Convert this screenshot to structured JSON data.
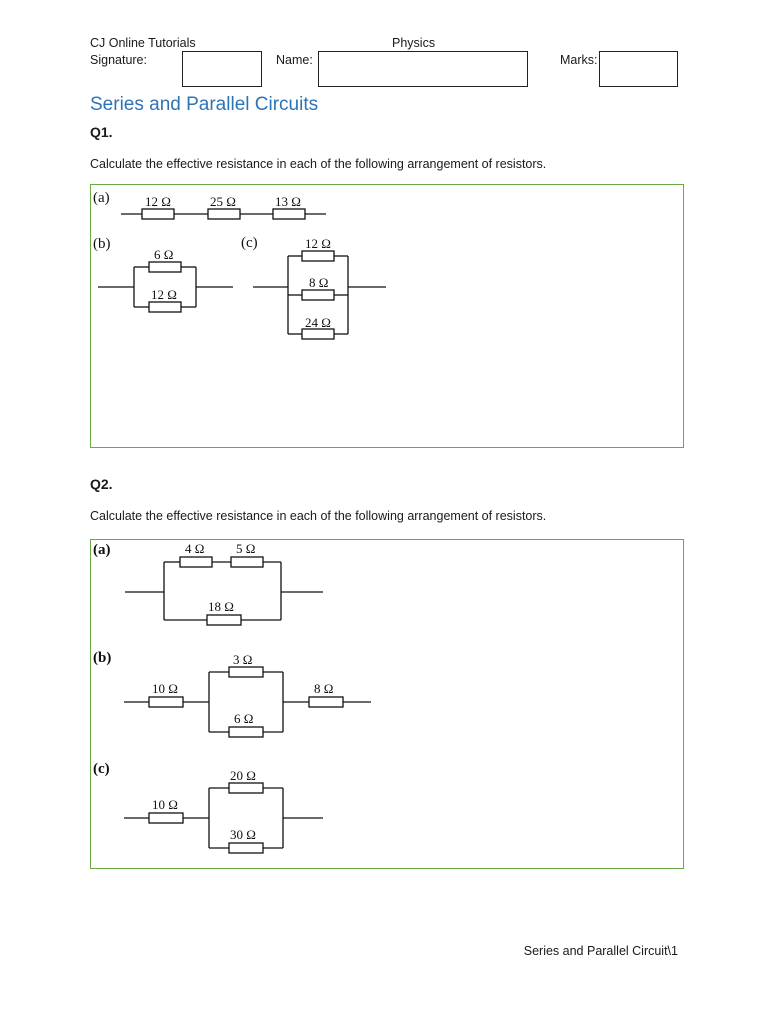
{
  "header": {
    "org": "CJ Online Tutorials",
    "subject": "Physics",
    "signature_label": "Signature:",
    "name_label": "Name:",
    "marks_label": "Marks:"
  },
  "title": "Series and Parallel Circuits",
  "q1": {
    "label": "Q1.",
    "instruction": "Calculate the effective resistance in each of the following arrangement of resistors.",
    "parts": {
      "a": {
        "label": "(a)",
        "resistors": [
          "12 Ω",
          "25 Ω",
          "13 Ω"
        ]
      },
      "b": {
        "label": "(b)",
        "resistors": [
          "6 Ω",
          "12 Ω"
        ]
      },
      "c": {
        "label": "(c)",
        "resistors": [
          "12 Ω",
          "8 Ω",
          "24 Ω"
        ]
      }
    }
  },
  "q2": {
    "label": "Q2.",
    "instruction": "Calculate the effective resistance in each of the following arrangement of resistors.",
    "parts": {
      "a": {
        "label": "(a)",
        "resistors": [
          "4 Ω",
          "5 Ω",
          "18 Ω"
        ]
      },
      "b": {
        "label": "(b)",
        "resistors": [
          "3 Ω",
          "10 Ω",
          "8 Ω",
          "6 Ω"
        ]
      },
      "c": {
        "label": "(c)",
        "resistors": [
          "20 Ω",
          "10 Ω",
          "30 Ω"
        ]
      }
    }
  },
  "footer": "Series and Parallel Circuit\\1",
  "colors": {
    "title": "#2e74b5",
    "panel_border": "#6aaa46"
  }
}
